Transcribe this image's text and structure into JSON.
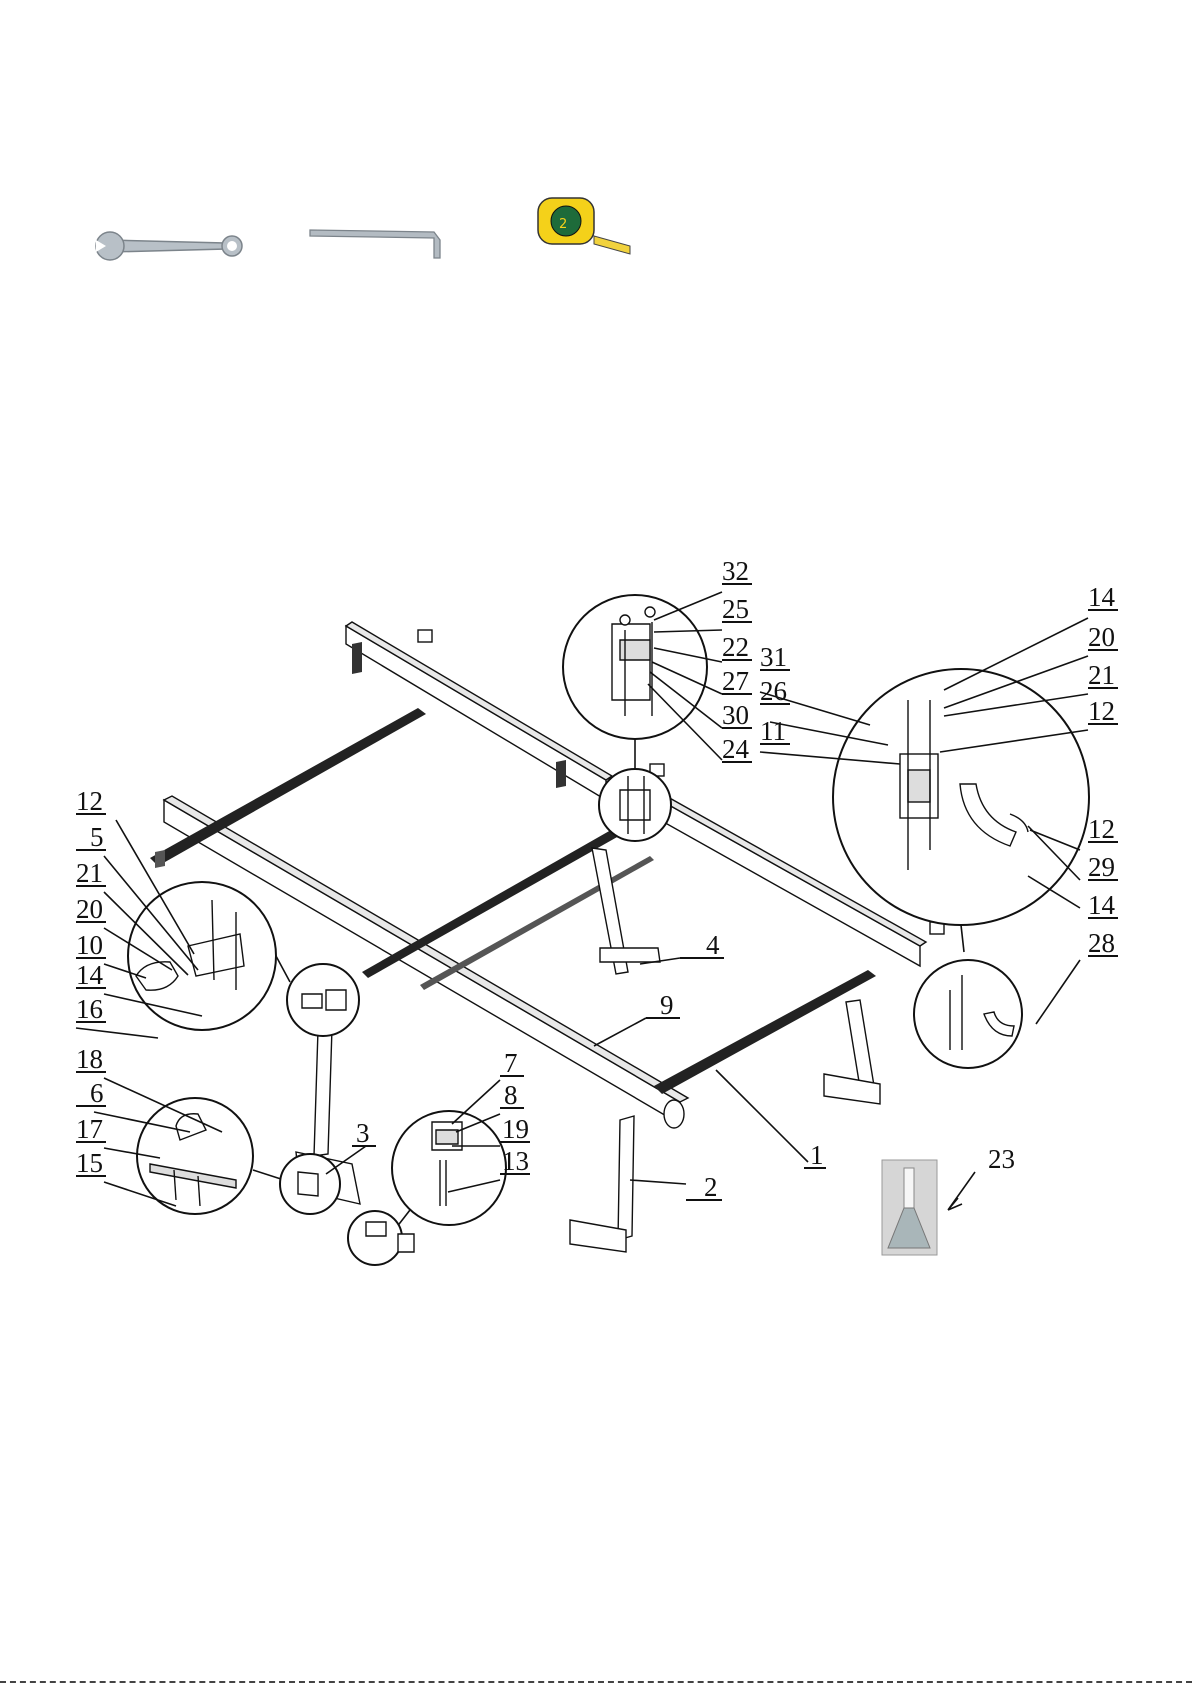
{
  "tools": [
    {
      "name": "combination wrench",
      "icon": "wrench-icon"
    },
    {
      "name": "hex key",
      "icon": "hex-key-icon"
    },
    {
      "name": "tape measure",
      "icon": "tape-measure-icon"
    }
  ],
  "callouts": {
    "c32": "32",
    "c25": "25",
    "c22": "22",
    "c31": "31",
    "c27": "27",
    "c26": "26",
    "c30": "30",
    "c11": "11",
    "c24": "24",
    "c14a": "14",
    "c20a": "20",
    "c21a": "21",
    "c12a": "12",
    "c12b": "12",
    "c29": "29",
    "c14b": "14",
    "c28": "28",
    "c12c": "12",
    "c5": "5",
    "c21b": "21",
    "c20b": "20",
    "c10": "10",
    "c14c": "14",
    "c16": "16",
    "c18": "18",
    "c6": "6",
    "c17": "17",
    "c15": "15",
    "c3": "3",
    "c7": "7",
    "c8": "8",
    "c19": "19",
    "c13": "13",
    "c4": "4",
    "c9": "9",
    "c1": "1",
    "c2": "2",
    "c23": "23"
  },
  "colors": {
    "line": "#111111",
    "tape_yellow": "#f4d11a",
    "tape_green": "#1e6b3a",
    "tool_steel": "#9aa3ab"
  }
}
